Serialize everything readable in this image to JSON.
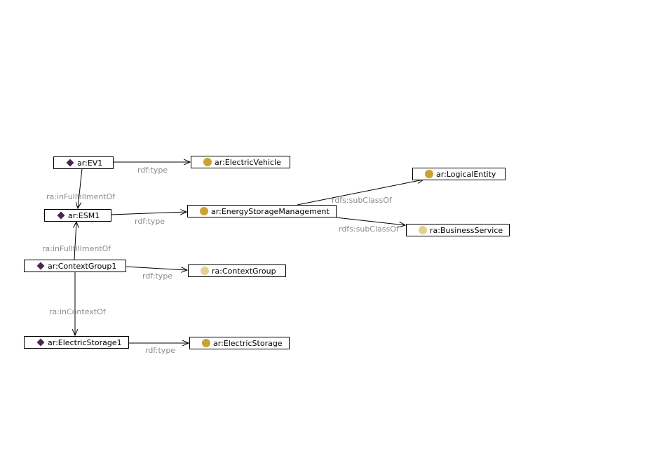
{
  "colors": {
    "individual": "#4e2450",
    "class": "#c9a233",
    "external_class": "#e6d08f",
    "edge": "#000000",
    "edge_label": "#8c8c8c"
  },
  "nodes": [
    {
      "id": "ev1",
      "kind": "individual",
      "icon": "diamond-icon",
      "label": "ar:EV1"
    },
    {
      "id": "esm1",
      "kind": "individual",
      "icon": "diamond-icon",
      "label": "ar:ESM1"
    },
    {
      "id": "cg1",
      "kind": "individual",
      "icon": "diamond-icon",
      "label": "ar:ContextGroup1"
    },
    {
      "id": "es1",
      "kind": "individual",
      "icon": "diamond-icon",
      "label": "ar:ElectricStorage1"
    },
    {
      "id": "ev",
      "kind": "class",
      "icon": "circle-icon",
      "label": "ar:ElectricVehicle"
    },
    {
      "id": "esmc",
      "kind": "class",
      "icon": "circle-icon",
      "label": "ar:EnergyStorageManagement"
    },
    {
      "id": "le",
      "kind": "class",
      "icon": "circle-icon",
      "label": "ar:LogicalEntity"
    },
    {
      "id": "bs",
      "kind": "external_class",
      "icon": "circle-icon",
      "label": "ra:BusinessService"
    },
    {
      "id": "cgc",
      "kind": "external_class",
      "icon": "circle-icon",
      "label": "ra:ContextGroup"
    },
    {
      "id": "esc",
      "kind": "class",
      "icon": "circle-icon",
      "label": "ar:ElectricStorage"
    }
  ],
  "edges": [
    {
      "from": "ev1",
      "to": "ev",
      "label": "rdf:type"
    },
    {
      "from": "ev1",
      "to": "esm1",
      "label": "ra:inFullfillmentOf"
    },
    {
      "from": "esm1",
      "to": "esmc",
      "label": "rdf:type"
    },
    {
      "from": "esmc",
      "to": "le",
      "label": "rdfs:subClassOf"
    },
    {
      "from": "esmc",
      "to": "bs",
      "label": "rdfs:subClassOf"
    },
    {
      "from": "cg1",
      "to": "esm1",
      "label": "ra:inFullfillmentOf"
    },
    {
      "from": "cg1",
      "to": "cgc",
      "label": "rdf:type"
    },
    {
      "from": "cg1",
      "to": "es1",
      "label": "ra:inContextOf"
    },
    {
      "from": "es1",
      "to": "esc",
      "label": "rdf:type"
    }
  ]
}
